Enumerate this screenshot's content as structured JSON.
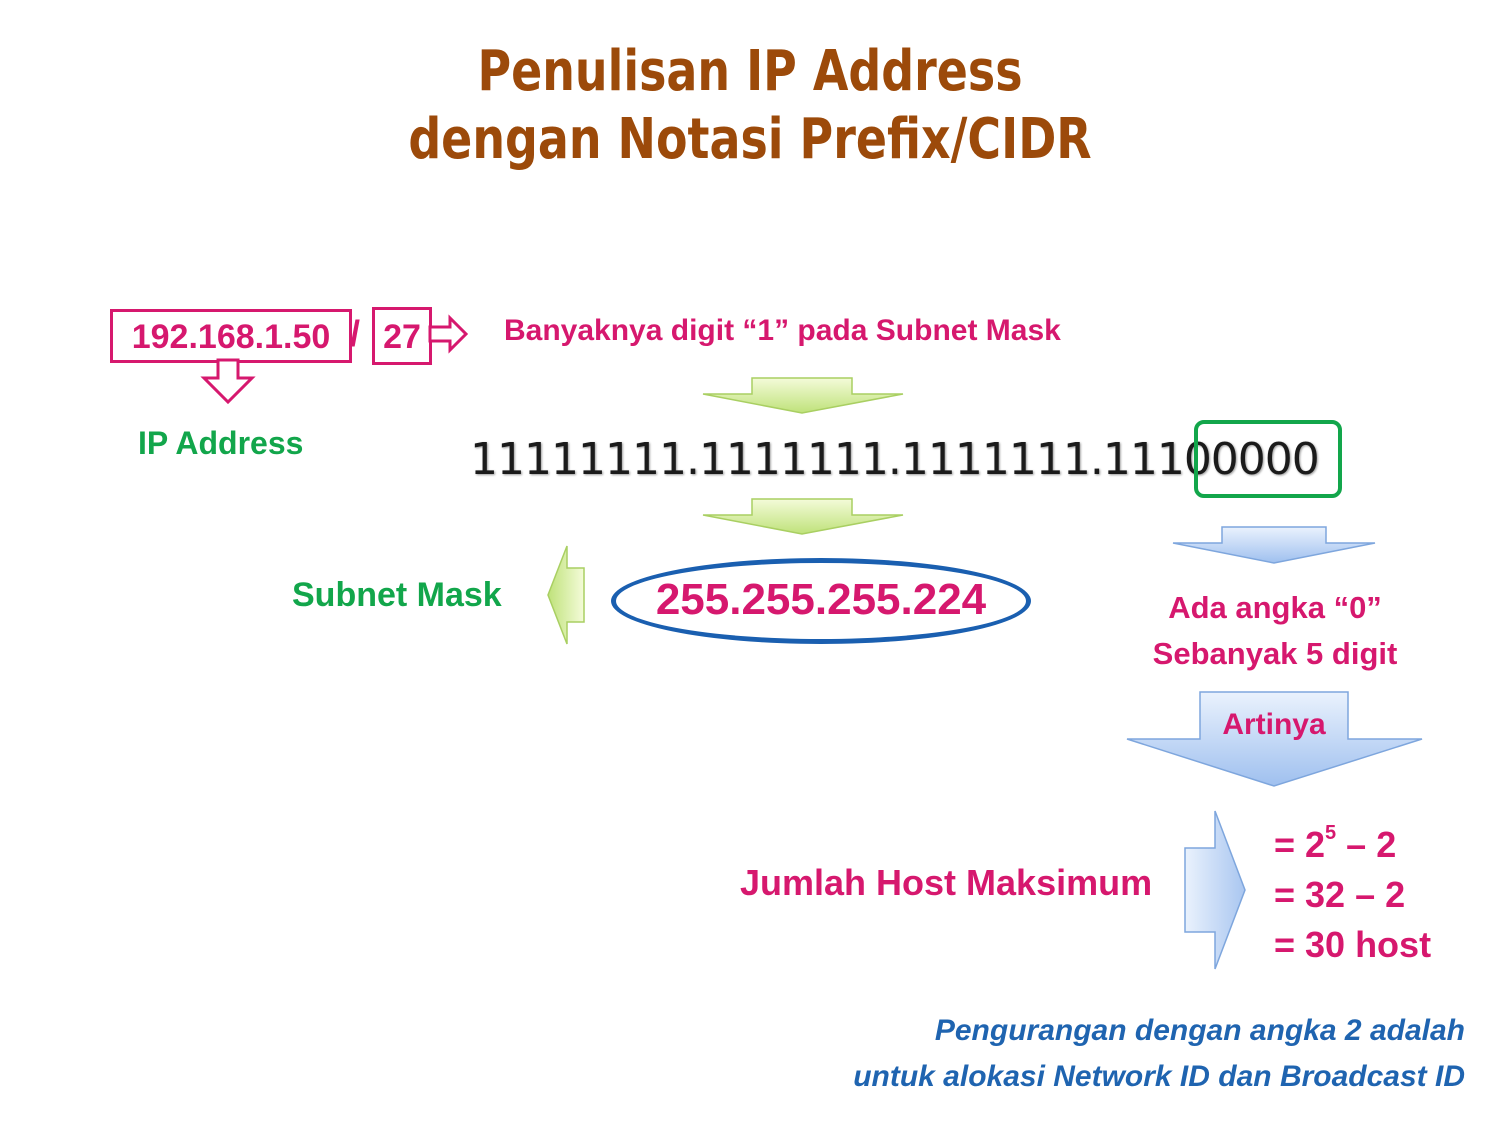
{
  "title": {
    "line1": "Penulisan IP Address",
    "line2": "dengan Notasi Prefix/CIDR"
  },
  "cidr": {
    "ip": "192.168.1.50",
    "separator": "/",
    "prefix": "27",
    "prefix_meaning": "Banyaknya digit “1” pada Subnet Mask",
    "ip_label": "IP Address"
  },
  "binary_mask": "11111111.1111111.1111111.11100000",
  "subnet": {
    "label": "Subnet Mask",
    "value": "255.255.255.224"
  },
  "zeros": {
    "line1": "Ada angka “0”",
    "line2": "Sebanyak 5 digit"
  },
  "artinya_label": "Artinya",
  "hosts": {
    "label": "Jumlah Host Maksimum",
    "formula_prefix": "= 2",
    "formula_exponent": "5",
    "formula_suffix": " – 2",
    "step2": "= 32 – 2",
    "result": "= 30 host"
  },
  "footnote": {
    "line1": "Pengurangan dengan angka 2 adalah",
    "line2": "untuk alokasi Network ID dan Broadcast ID"
  },
  "colors": {
    "title": "#9c4a0a",
    "pink": "#d6186e",
    "green": "#12a64b",
    "blue": "#1f64b0"
  }
}
